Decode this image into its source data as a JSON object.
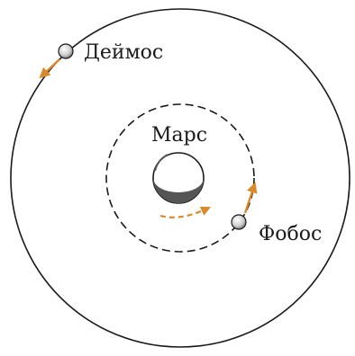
{
  "labels": {
    "mars": "Марс",
    "deimos": "Деймос",
    "phobos": "Фобос"
  },
  "colors": {
    "orbit": "#1a1a1a",
    "arrow": "#d98a2b",
    "planet_shadow": "#555555",
    "planet_light": "#ffffff",
    "background": "#ffffff"
  }
}
